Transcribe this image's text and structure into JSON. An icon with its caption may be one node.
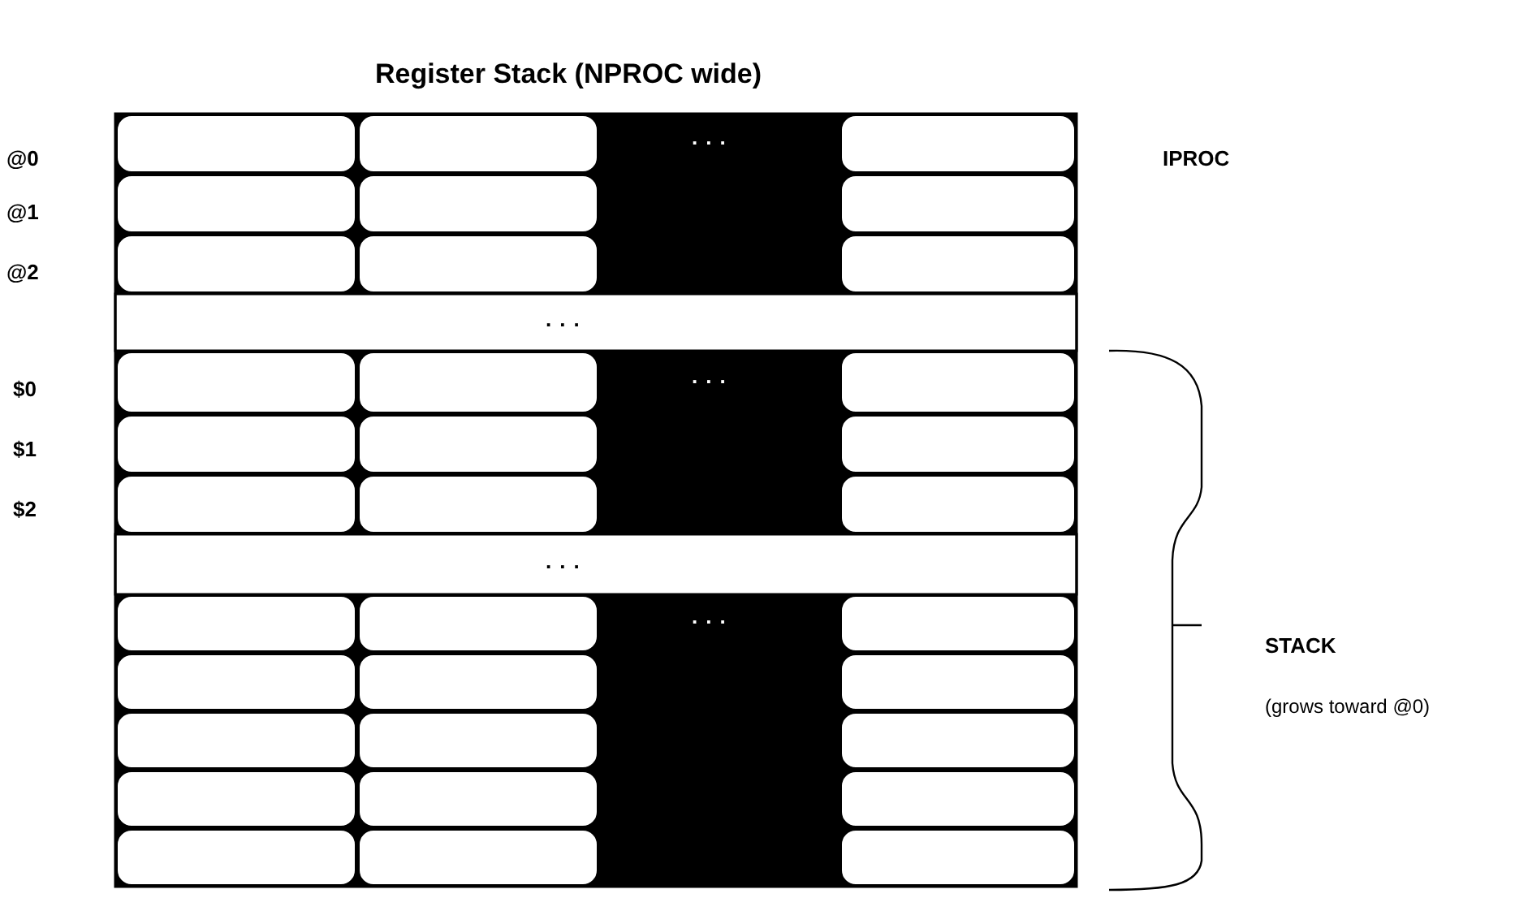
{
  "diagram": {
    "title": "Register Stack (NPROC wide)",
    "labels": [
      "...",
      "@0",
      "IPROC",
      "@1",
      "@2",
      "...",
      "...",
      "$0",
      "$1",
      "$2",
      "...",
      "...",
      "STACK",
      "(grows toward @0)"
    ]
  }
}
